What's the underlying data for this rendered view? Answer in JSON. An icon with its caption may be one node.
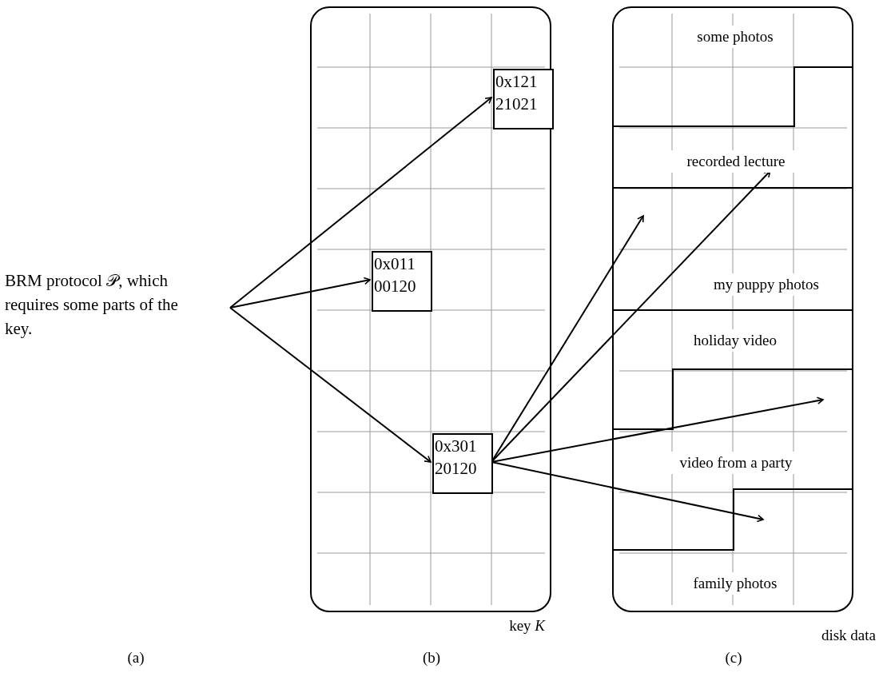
{
  "diagram": {
    "nodes": [
      {
        "text": [
          "BRM protocol 𝒫, which requires some parts of the key."
        ]
      },
      {
        "text": [],
        "shape": "box",
        "beside": [
          "key *K*"
        ]
      },
      {
        "text": [
          "0x121 21021"
        ],
        "in": 1
      },
      {
        "text": [
          "0x011 00120"
        ],
        "in": 1
      },
      {
        "text": [
          "0x301 20120"
        ],
        "in": 1
      },
      {
        "text": [],
        "shape": "box",
        "beside": [
          "disk data"
        ]
      },
      {
        "text": [
          "some photos"
        ],
        "in": 5
      },
      {
        "text": [
          "recorded lecture"
        ],
        "in": 5
      },
      {
        "text": [
          "my puppy photos"
        ],
        "in": 5
      },
      {
        "text": [
          "holiday video"
        ],
        "in": 5
      },
      {
        "text": [
          "video from a party"
        ],
        "in": 5
      },
      {
        "text": [
          "family photos"
        ],
        "in": 5
      }
    ],
    "edges": [
      {
        "from": 0,
        "to": 2,
        "arrow": "to"
      },
      {
        "from": 0,
        "to": 3,
        "arrow": "to"
      },
      {
        "from": 0,
        "to": 4,
        "arrow": "to"
      },
      {
        "from": 4,
        "to": null,
        "arrow": "to"
      },
      {
        "from": 4,
        "to": 7,
        "arrow": "to"
      },
      {
        "from": 4,
        "to": null,
        "arrow": "to"
      },
      {
        "from": 4,
        "to": null,
        "arrow": "to"
      }
    ],
    "labels": [
      "(a)",
      "(b)",
      "(c)"
    ]
  }
}
